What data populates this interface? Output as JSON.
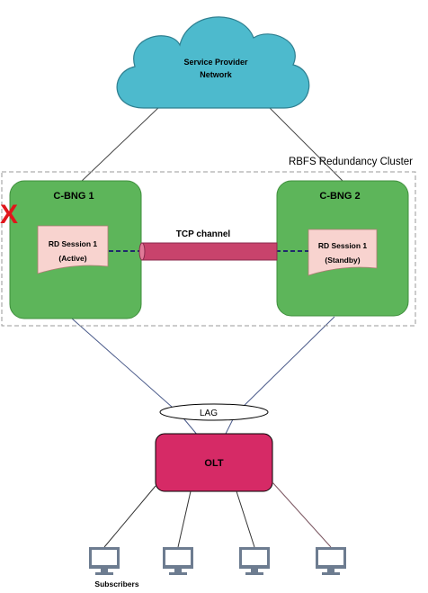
{
  "cloud": {
    "line1": "Service Provider",
    "line2": "Network",
    "fill": "#4dbacd"
  },
  "cluster": {
    "label": "RBFS Redundancy Cluster"
  },
  "failure_mark": {
    "symbol": "X",
    "color": "#e0161b"
  },
  "bng1": {
    "title": "C-BNG 1",
    "session_line1": "RD Session 1",
    "session_line2": "(Active)"
  },
  "bng2": {
    "title": "C-BNG 2",
    "session_line1": "RD Session 1",
    "session_line2": "(Standby)"
  },
  "tcp": {
    "label": "TCP channel",
    "color": "#c8436c"
  },
  "lag": {
    "label": "LAG"
  },
  "olt": {
    "label": "OLT",
    "color": "#d62a66"
  },
  "subscribers": {
    "label": "Subscribers",
    "count": 4
  },
  "colors": {
    "bng_fill": "#5db55a",
    "bng_stroke": "#3f8f3c",
    "session_fill": "#f8d3cf",
    "monitor": "#6d7c90"
  }
}
